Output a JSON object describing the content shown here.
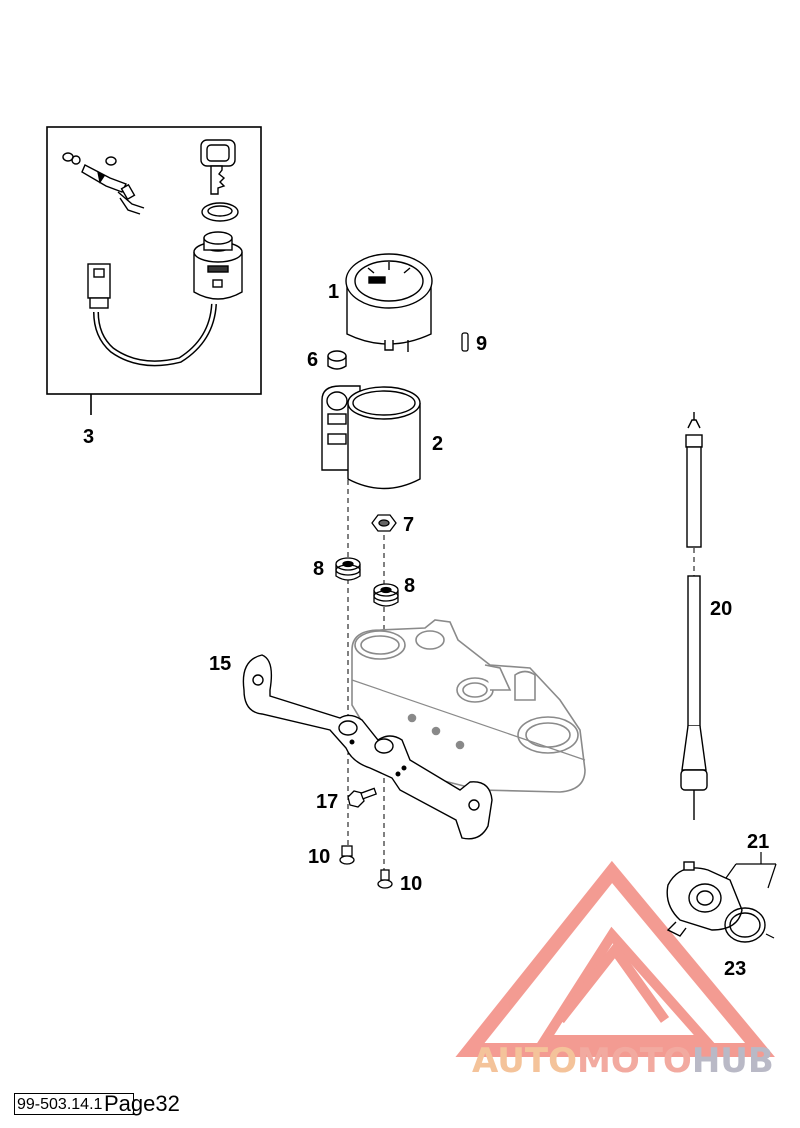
{
  "diagram": {
    "callouts": {
      "c1": "1",
      "c2": "2",
      "c3": "3",
      "c6": "6",
      "c7": "7",
      "c8a": "8",
      "c8b": "8",
      "c9": "9",
      "c10a": "10",
      "c10b": "10",
      "c15": "15",
      "c17": "17",
      "c20": "20",
      "c21": "21",
      "c23": "23"
    }
  },
  "footer": {
    "code": "99-503.14.1",
    "page": "Page32"
  },
  "watermark": {
    "part1": "AUTO",
    "part2": "MOTO",
    "part3": "HUB",
    "colors": {
      "auto": "#f4c39a",
      "moto": "#f2aaa0",
      "hub": "#b9b9c6",
      "triangle": "#f28a80"
    }
  }
}
